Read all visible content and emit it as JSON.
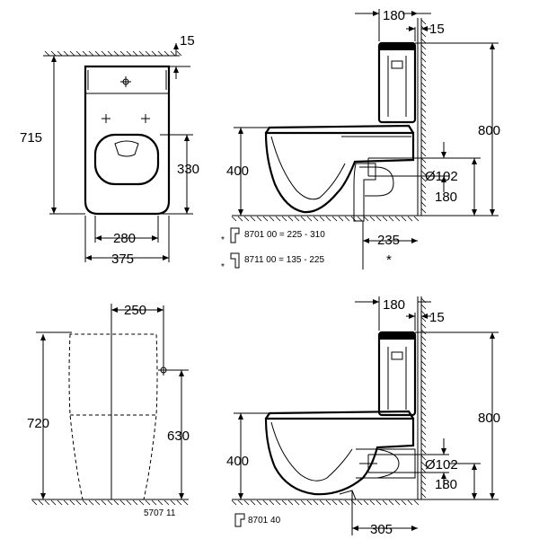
{
  "views": {
    "top_plan": {
      "dims": {
        "overall_length": "715",
        "offset_top": "15",
        "seat_depth": "330",
        "inner_width": "280",
        "overall_width": "375"
      }
    },
    "side_floor_outlet": {
      "dims": {
        "cistern_depth": "180",
        "wall_gap": "15",
        "total_height": "800",
        "seat_height": "400",
        "outlet_diameter": "Ø102",
        "outlet_height": "180",
        "outlet_offset": "235",
        "star": "*"
      },
      "notes": [
        {
          "marker": "*",
          "text": "8701 00  = 225 -  310"
        },
        {
          "marker": "*",
          "text": "8711 00  = 135 - 225"
        }
      ]
    },
    "front_elevation": {
      "dims": {
        "fixing_spacing": "250",
        "overall_height": "720",
        "fixing_height": "630"
      },
      "part_number": "5707 11"
    },
    "side_wall_outlet": {
      "dims": {
        "cistern_depth": "180",
        "wall_gap": "15",
        "total_height": "800",
        "seat_height": "400",
        "outlet_diameter": "Ø102",
        "outlet_height": "180",
        "outlet_offset": "305"
      },
      "part_number": "8701 40"
    }
  },
  "colors": {
    "ink": "#000000",
    "paper": "#ffffff"
  }
}
